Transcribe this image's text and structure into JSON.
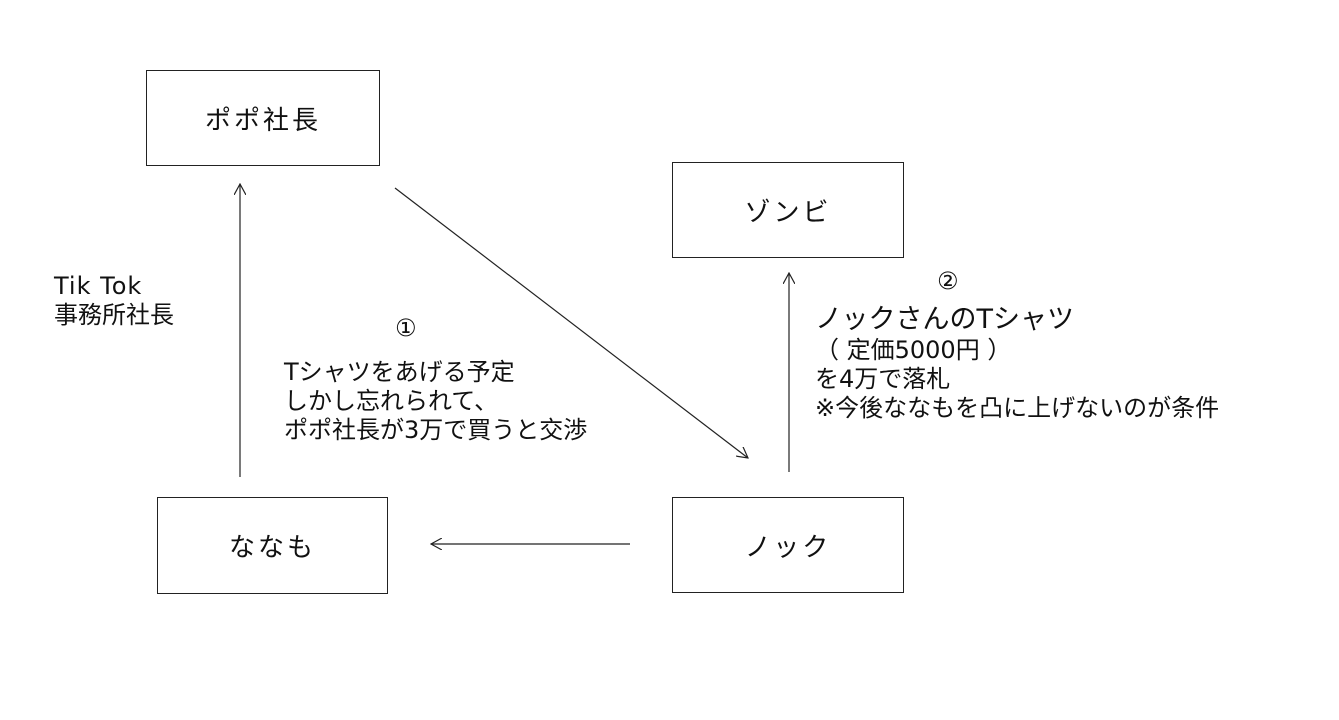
{
  "nodes": {
    "popo": "ポポ社長",
    "zombie": "ゾンビ",
    "nanamo": "ななも",
    "nokku": "ノック"
  },
  "labels": {
    "tiktok": [
      "Tik Tok",
      "事務所社長"
    ],
    "step1": {
      "number": "①",
      "lines": [
        "Tシャツをあげる予定",
        "しかし忘れられて、",
        "ポポ社長が3万で買うと交渉"
      ]
    },
    "step2": {
      "number": "②",
      "lines": [
        "ノックさんのTシャツ",
        "（ 定価5000円 ）",
        "を4万で落札",
        "※今後ななもを凸に上げないのが条件"
      ]
    }
  }
}
